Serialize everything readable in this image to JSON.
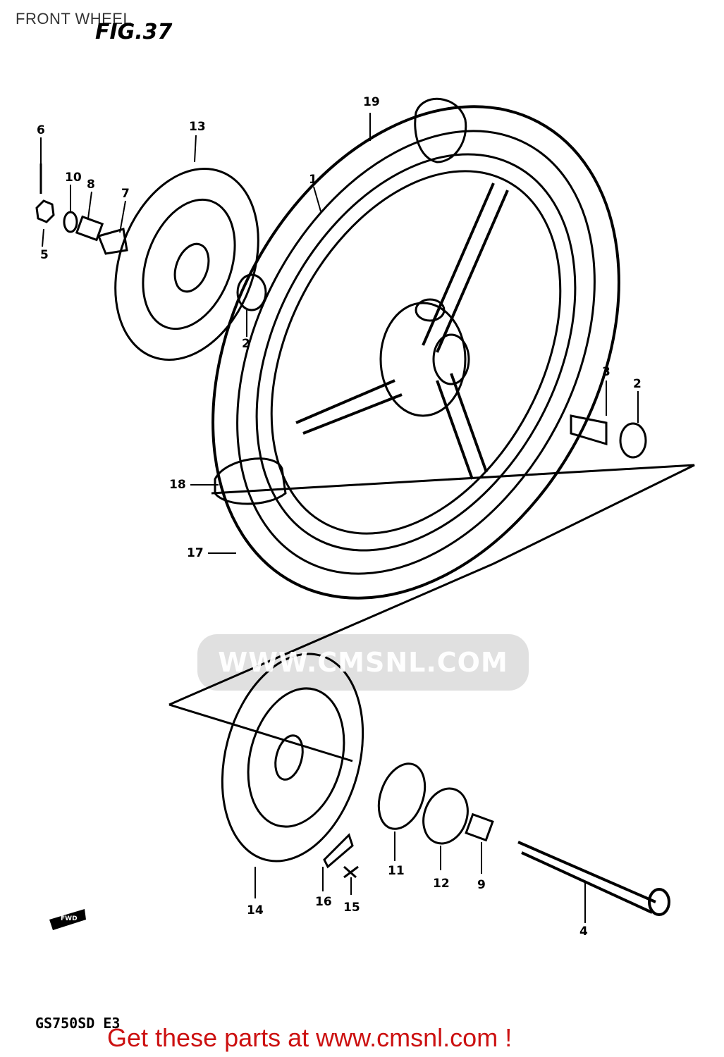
{
  "header": {
    "title": "FRONT WHEEL",
    "figure": "FIG.37"
  },
  "footer": {
    "model": "GS750SD E3",
    "cta": "Get these parts at www.cmsnl.com !"
  },
  "watermark": {
    "text": "WWW.CMSNL.COM"
  },
  "fwd_marker": "FWD",
  "callouts": [
    "1",
    "2",
    "2",
    "3",
    "4",
    "5",
    "6",
    "7",
    "8",
    "9",
    "10",
    "11",
    "12",
    "13",
    "14",
    "15",
    "16",
    "17",
    "18",
    "19"
  ],
  "colors": {
    "line": "#000000",
    "cta": "#cc1111",
    "watermark": "#d9d9d9"
  }
}
